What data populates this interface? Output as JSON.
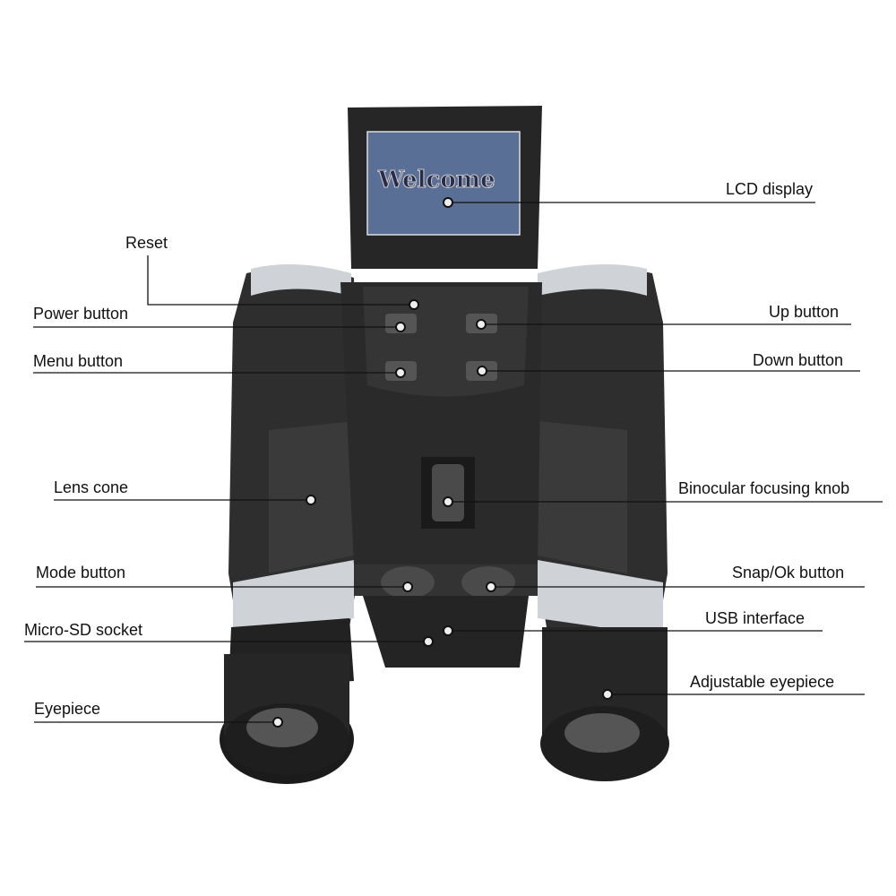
{
  "screen_text": "Welcome",
  "labels": {
    "lcd_display": "LCD display",
    "reset": "Reset",
    "power_button": "Power button",
    "up_button": "Up button",
    "menu_button": "Menu button",
    "down_button": "Down button",
    "lens_cone": "Lens cone",
    "focusing_knob": "Binocular focusing knob",
    "mode_button": "Mode button",
    "snap_ok_button": "Snap/Ok button",
    "usb_interface": "USB interface",
    "micro_sd_socket": "Micro-SD socket",
    "adjustable_eyepiece": "Adjustable eyepiece",
    "eyepiece": "Eyepiece"
  },
  "colors": {
    "screen": "#5a6f96",
    "body": "#2b2b2b",
    "silver": "#cfd2d6"
  }
}
